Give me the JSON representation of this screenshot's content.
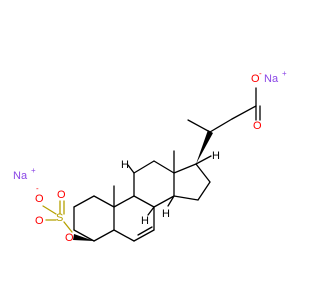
{
  "molecule": {
    "colors": {
      "bond": "#000000",
      "oxygen": "#ff0000",
      "sulfur": "#b5a000",
      "sodium": "#8a46e6",
      "hydrogen": "#000000"
    },
    "labels": {
      "na_top": "Na",
      "na_top_charge": "+",
      "o_carboxylate": "O",
      "o_carboxylate_charge": "-",
      "o_carbonyl": "O",
      "na_left": "Na",
      "na_left_charge": "+",
      "o_sulfate_minus": "O",
      "o_sulfate_minus_charge": "-",
      "o_sulfate_top": "O",
      "sulfur": "S",
      "o_sulfate_bottom": "O",
      "o_ester": "O",
      "h_c9": "H",
      "h_c8": "H",
      "h_c14": "H",
      "h_c17": "H"
    }
  }
}
